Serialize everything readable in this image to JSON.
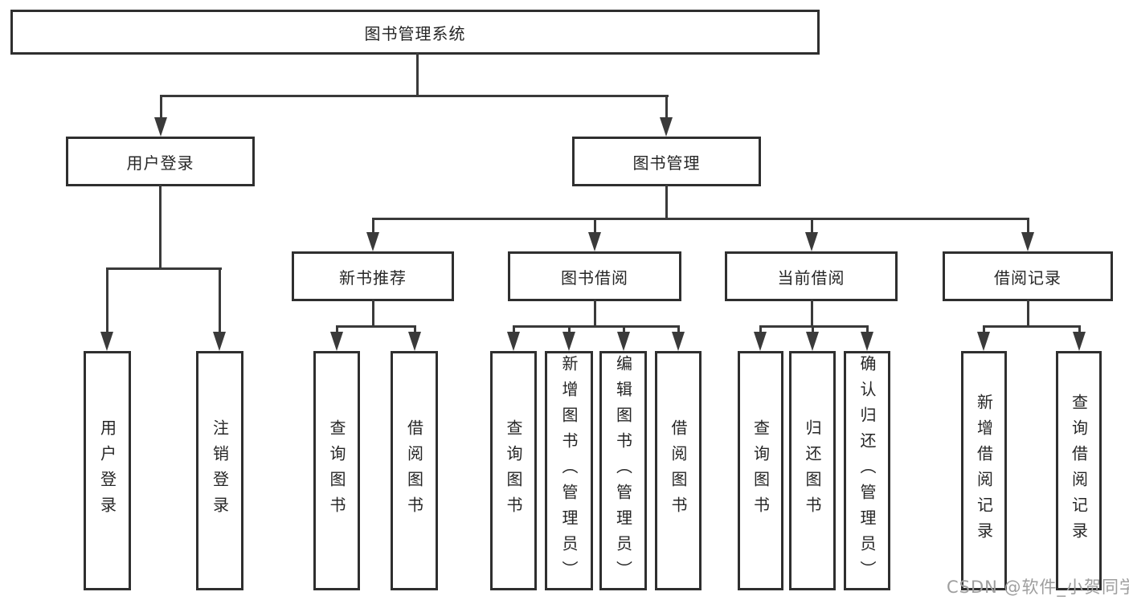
{
  "tree": {
    "root": "图书管理系统",
    "children": [
      {
        "label": "用户登录",
        "children": [
          "用户登录",
          "注销登录"
        ]
      },
      {
        "label": "图书管理",
        "children": [
          {
            "label": "新书推荐",
            "children": [
              "查询图书",
              "借阅图书"
            ]
          },
          {
            "label": "图书借阅",
            "children": [
              "查询图书",
              "新增图书（管理员）",
              "编辑图书（管理员）",
              "借阅图书"
            ]
          },
          {
            "label": "当前借阅",
            "children": [
              "查询图书",
              "归还图书",
              "确认归还（管理员）"
            ]
          },
          {
            "label": "借阅记录",
            "children": [
              "新增借阅记录",
              "查询借阅记录"
            ]
          }
        ]
      }
    ]
  },
  "watermark": {
    "text": "CSDN @软件_小贺同学"
  },
  "colors": {
    "line": "#3a3a3a",
    "box_border": "#2f2f2f",
    "text": "#262626",
    "watermark": "#9e9e9e",
    "background": "#ffffff"
  }
}
